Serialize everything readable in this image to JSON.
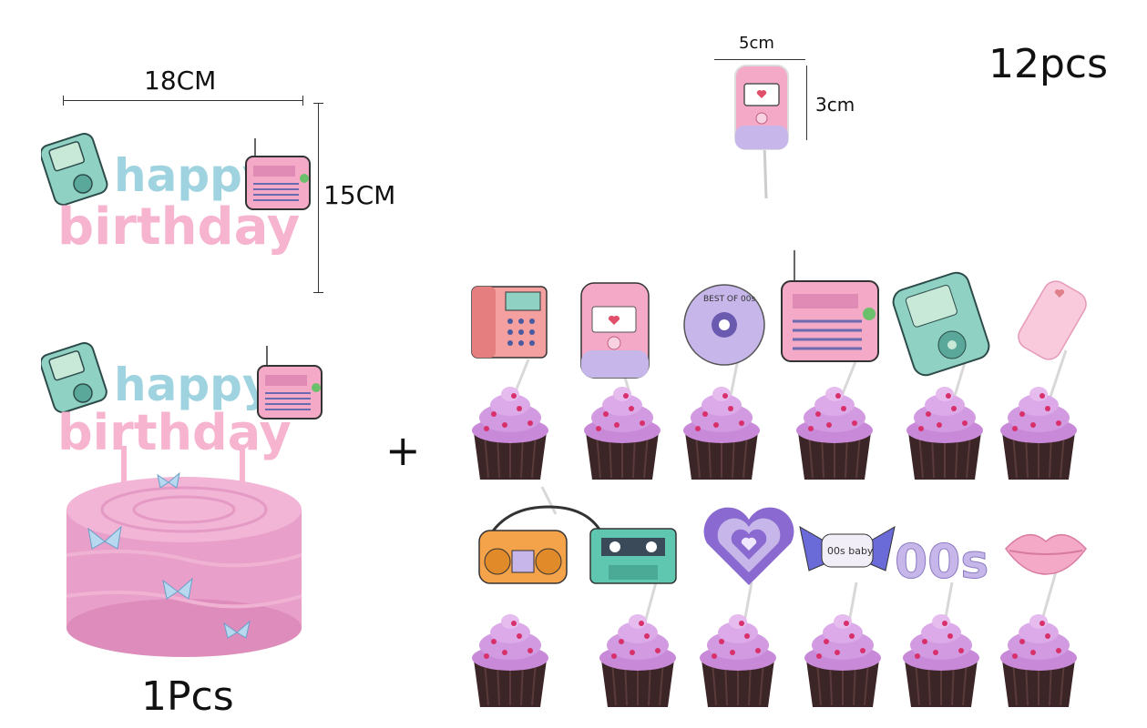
{
  "labels": {
    "width_large": "18CM",
    "height_large": "15CM",
    "width_small": "5cm",
    "height_small": "3cm",
    "count_small": "12pcs",
    "count_large": "1Pcs",
    "plus": "+"
  },
  "topper_text": {
    "line1": "happy",
    "line2": "birthday"
  },
  "small_labels": {
    "cd_text": "BEST OF 00s",
    "butterfly_text": "00s baby",
    "zeros_text": "00s"
  },
  "colors": {
    "pink": "#f4a9c6",
    "light_pink": "#f9c9dc",
    "teal": "#8fd1c2",
    "lavender": "#c6b6ea",
    "frosting": "#c88ad8",
    "cake": "#e89fc9",
    "wrapper": "#3b2526"
  }
}
